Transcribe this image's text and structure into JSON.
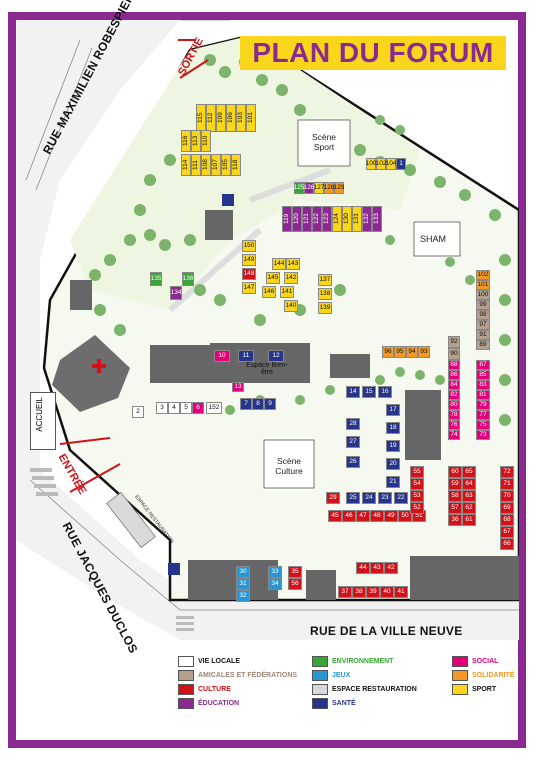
{
  "title": "PLAN DU FORUM",
  "roads": {
    "maximilien": "RUE MAXIMILIEN ROBESPIERRE",
    "duclos": "RUE JACQUES DUCLOS",
    "ville_neuve": "RUE DE LA VILLE NEUVE"
  },
  "markers": {
    "sortie": "SORTIE",
    "entree": "ENTRÉE",
    "accueil": "ACCUEIL",
    "espace_restauration_sign": "ESPACE RESTAURATION"
  },
  "zones": {
    "scene_sport": "Scène Sport",
    "scene_culture": "Scène Culture",
    "sham": "SHAM",
    "bien_etre": "Espace Bien-être"
  },
  "colors": {
    "vie_locale": "#ffffff",
    "amicales": "#b5a08e",
    "culture": "#d0121a",
    "education": "#8a2a90",
    "environnement": "#3aa537",
    "jeux": "#2896d3",
    "restauration": "#d9d9d9",
    "sante": "#27348b",
    "social": "#e2007a",
    "solidarite": "#f39a25",
    "sport": "#f9d61c"
  },
  "legend": [
    {
      "label": "VIE LOCALE",
      "color": "#ffffff",
      "text_color": "#111111"
    },
    {
      "label": "AMICALES ET FÉDÉRATIONS",
      "color": "#b5a08e",
      "text_color": "#9a8876"
    },
    {
      "label": "CULTURE",
      "color": "#d0121a",
      "text_color": "#d0121a"
    },
    {
      "label": "ÉDUCATION",
      "color": "#8a2a90",
      "text_color": "#8a2a90"
    },
    {
      "label": "ENVIRONNEMENT",
      "color": "#3aa537",
      "text_color": "#3aa537"
    },
    {
      "label": "JEUX",
      "color": "#2896d3",
      "text_color": "#2896d3"
    },
    {
      "label": "ESPACE RESTAURATION",
      "color": "#d9d9d9",
      "text_color": "#111111"
    },
    {
      "label": "SANTÉ",
      "color": "#27348b",
      "text_color": "#27348b"
    },
    {
      "label": "SOCIAL",
      "color": "#e2007a",
      "text_color": "#e2007a"
    },
    {
      "label": "SOLIDARITÉ",
      "color": "#f39a25",
      "text_color": "#f39a25"
    },
    {
      "label": "SPORT",
      "color": "#f9d61c",
      "text_color": "#111111"
    }
  ],
  "stands": [
    {
      "n": "115",
      "c": "sport"
    },
    {
      "n": "112",
      "c": "sport"
    },
    {
      "n": "109",
      "c": "sport"
    },
    {
      "n": "106",
      "c": "sport"
    },
    {
      "n": "103",
      "c": "sport"
    },
    {
      "n": "101",
      "c": "sport"
    },
    {
      "n": "116",
      "c": "sport"
    },
    {
      "n": "113",
      "c": "sport"
    },
    {
      "n": "110",
      "c": "sport"
    },
    {
      "n": "114",
      "c": "sport"
    },
    {
      "n": "111",
      "c": "sport"
    },
    {
      "n": "108",
      "c": "sport"
    },
    {
      "n": "107",
      "c": "sport"
    },
    {
      "n": "105",
      "c": "sport"
    },
    {
      "n": "118",
      "c": "sport"
    },
    {
      "n": "100",
      "c": "sport"
    },
    {
      "n": "102",
      "c": "sport"
    },
    {
      "n": "104",
      "c": "sport"
    },
    {
      "n": "1",
      "c": "sante"
    },
    {
      "n": "125",
      "c": "environnement"
    },
    {
      "n": "126",
      "c": "education"
    },
    {
      "n": "127",
      "c": "sport"
    },
    {
      "n": "128",
      "c": "solidarite"
    },
    {
      "n": "129",
      "c": "solidarite"
    },
    {
      "n": "119",
      "c": "education"
    },
    {
      "n": "120",
      "c": "education"
    },
    {
      "n": "121",
      "c": "education"
    },
    {
      "n": "122",
      "c": "education"
    },
    {
      "n": "123",
      "c": "education"
    },
    {
      "n": "124",
      "c": "sport"
    },
    {
      "n": "130",
      "c": "sport"
    },
    {
      "n": "131",
      "c": "sport"
    },
    {
      "n": "132",
      "c": "education"
    },
    {
      "n": "133",
      "c": "education"
    },
    {
      "n": "150",
      "c": "sport"
    },
    {
      "n": "149",
      "c": "sport"
    },
    {
      "n": "148",
      "c": "culture"
    },
    {
      "n": "147",
      "c": "sport"
    },
    {
      "n": "144",
      "c": "sport"
    },
    {
      "n": "143",
      "c": "sport"
    },
    {
      "n": "145",
      "c": "sport"
    },
    {
      "n": "142",
      "c": "sport"
    },
    {
      "n": "146",
      "c": "sport"
    },
    {
      "n": "141",
      "c": "sport"
    },
    {
      "n": "140",
      "c": "sport"
    },
    {
      "n": "137",
      "c": "sport"
    },
    {
      "n": "138",
      "c": "sport"
    },
    {
      "n": "139",
      "c": "sport"
    },
    {
      "n": "135",
      "c": "environnement"
    },
    {
      "n": "136",
      "c": "environnement"
    },
    {
      "n": "134",
      "c": "education"
    },
    {
      "n": "102",
      "c": "solidarite"
    },
    {
      "n": "101",
      "c": "solidarite"
    },
    {
      "n": "100",
      "c": "amicales"
    },
    {
      "n": "99",
      "c": "amicales"
    },
    {
      "n": "98",
      "c": "amicales"
    },
    {
      "n": "97",
      "c": "amicales"
    },
    {
      "n": "91",
      "c": "amicales"
    },
    {
      "n": "89",
      "c": "amicales"
    },
    {
      "n": "92",
      "c": "amicales"
    },
    {
      "n": "90",
      "c": "amicales"
    },
    {
      "n": "96",
      "c": "solidarite"
    },
    {
      "n": "95",
      "c": "solidarite"
    },
    {
      "n": "94",
      "c": "solidarite"
    },
    {
      "n": "93",
      "c": "solidarite"
    },
    {
      "n": "88",
      "c": "social"
    },
    {
      "n": "86",
      "c": "social"
    },
    {
      "n": "84",
      "c": "social"
    },
    {
      "n": "82",
      "c": "social"
    },
    {
      "n": "80",
      "c": "social"
    },
    {
      "n": "78",
      "c": "social"
    },
    {
      "n": "76",
      "c": "social"
    },
    {
      "n": "74",
      "c": "social"
    },
    {
      "n": "87",
      "c": "social"
    },
    {
      "n": "85",
      "c": "social"
    },
    {
      "n": "83",
      "c": "social"
    },
    {
      "n": "81",
      "c": "social"
    },
    {
      "n": "79",
      "c": "social"
    },
    {
      "n": "77",
      "c": "social"
    },
    {
      "n": "75",
      "c": "social"
    },
    {
      "n": "73",
      "c": "social"
    },
    {
      "n": "10",
      "c": "social"
    },
    {
      "n": "11",
      "c": "sante"
    },
    {
      "n": "12",
      "c": "sante"
    },
    {
      "n": "13",
      "c": "social"
    },
    {
      "n": "7",
      "c": "sante"
    },
    {
      "n": "8",
      "c": "sante"
    },
    {
      "n": "9",
      "c": "sante"
    },
    {
      "n": "3",
      "c": "vie_locale"
    },
    {
      "n": "4",
      "c": "vie_locale"
    },
    {
      "n": "5",
      "c": "vie_locale"
    },
    {
      "n": "6",
      "c": "social"
    },
    {
      "n": "152",
      "c": "vie_locale"
    },
    {
      "n": "2",
      "c": "vie_locale"
    },
    {
      "n": "14",
      "c": "sante"
    },
    {
      "n": "15",
      "c": "sante"
    },
    {
      "n": "16",
      "c": "sante"
    },
    {
      "n": "17",
      "c": "sante"
    },
    {
      "n": "28",
      "c": "sante"
    },
    {
      "n": "18",
      "c": "sante"
    },
    {
      "n": "27",
      "c": "sante"
    },
    {
      "n": "19",
      "c": "sante"
    },
    {
      "n": "26",
      "c": "sante"
    },
    {
      "n": "20",
      "c": "sante"
    },
    {
      "n": "21",
      "c": "sante"
    },
    {
      "n": "29",
      "c": "culture"
    },
    {
      "n": "25",
      "c": "sante"
    },
    {
      "n": "24",
      "c": "sante"
    },
    {
      "n": "23",
      "c": "sante"
    },
    {
      "n": "22",
      "c": "sante"
    },
    {
      "n": "45",
      "c": "culture"
    },
    {
      "n": "46",
      "c": "culture"
    },
    {
      "n": "47",
      "c": "culture"
    },
    {
      "n": "48",
      "c": "culture"
    },
    {
      "n": "49",
      "c": "culture"
    },
    {
      "n": "50",
      "c": "culture"
    },
    {
      "n": "51",
      "c": "culture"
    },
    {
      "n": "55",
      "c": "culture"
    },
    {
      "n": "54",
      "c": "culture"
    },
    {
      "n": "53",
      "c": "culture"
    },
    {
      "n": "52",
      "c": "culture"
    },
    {
      "n": "60",
      "c": "culture"
    },
    {
      "n": "59",
      "c": "culture"
    },
    {
      "n": "58",
      "c": "culture"
    },
    {
      "n": "57",
      "c": "culture"
    },
    {
      "n": "36",
      "c": "culture"
    },
    {
      "n": "65",
      "c": "culture"
    },
    {
      "n": "64",
      "c": "culture"
    },
    {
      "n": "63",
      "c": "culture"
    },
    {
      "n": "62",
      "c": "culture"
    },
    {
      "n": "61",
      "c": "culture"
    },
    {
      "n": "72",
      "c": "culture"
    },
    {
      "n": "71",
      "c": "culture"
    },
    {
      "n": "70",
      "c": "culture"
    },
    {
      "n": "69",
      "c": "culture"
    },
    {
      "n": "68",
      "c": "culture"
    },
    {
      "n": "67",
      "c": "culture"
    },
    {
      "n": "66",
      "c": "culture"
    },
    {
      "n": "30",
      "c": "jeux"
    },
    {
      "n": "31",
      "c": "jeux"
    },
    {
      "n": "32",
      "c": "jeux"
    },
    {
      "n": "33",
      "c": "jeux"
    },
    {
      "n": "34",
      "c": "jeux"
    },
    {
      "n": "35",
      "c": "culture"
    },
    {
      "n": "56",
      "c": "culture"
    },
    {
      "n": "44",
      "c": "culture"
    },
    {
      "n": "43",
      "c": "culture"
    },
    {
      "n": "42",
      "c": "culture"
    },
    {
      "n": "37",
      "c": "culture"
    },
    {
      "n": "38",
      "c": "culture"
    },
    {
      "n": "39",
      "c": "culture"
    },
    {
      "n": "40",
      "c": "culture"
    },
    {
      "n": "41",
      "c": "culture"
    }
  ]
}
